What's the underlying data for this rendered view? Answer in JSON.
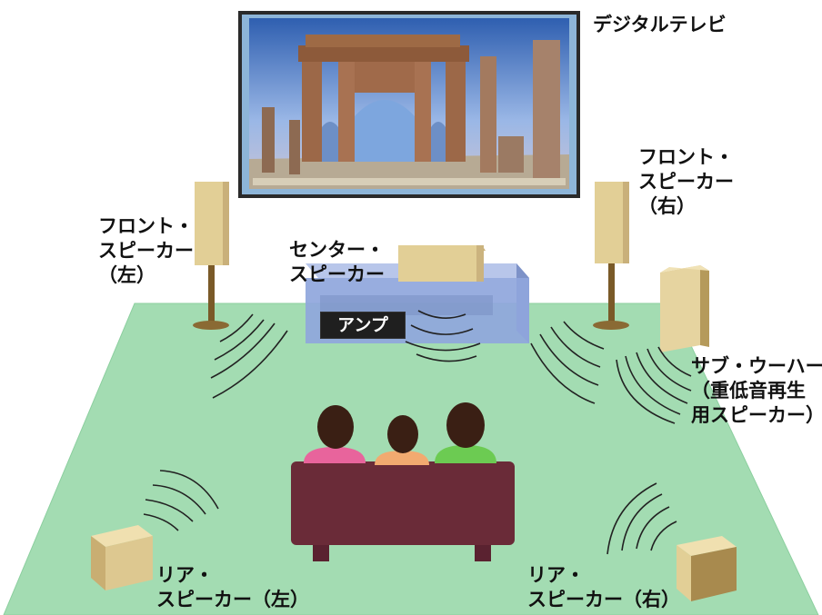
{
  "labels": {
    "tv": "デジタルテレビ",
    "front_left": [
      "フロント・",
      "スピーカー",
      "（左）"
    ],
    "front_right": [
      "フロント・",
      "スピーカー",
      "（右）"
    ],
    "center": [
      "センター・",
      "スピーカー"
    ],
    "amp": "アンプ",
    "subwoofer": [
      "サブ・ウーハー",
      "（重低音再生",
      "用スピーカー）"
    ],
    "rear_left": [
      "リア・",
      "スピーカー（左）"
    ],
    "rear_right": [
      "リア・",
      "スピーカー（右）"
    ]
  },
  "colors": {
    "floor": "#a3dcb2",
    "speaker": "#e2cf96",
    "speaker_dark": "#b59a5b",
    "stand": "#7a5a28",
    "sofa": "#6a2b38",
    "console": "#8fa6dc",
    "person_left_shirt": "#e8649c",
    "person_center_shirt": "#f2aa70",
    "person_right_shirt": "#6ccb52",
    "hair": "#3a1f14",
    "wave": "#222222"
  }
}
